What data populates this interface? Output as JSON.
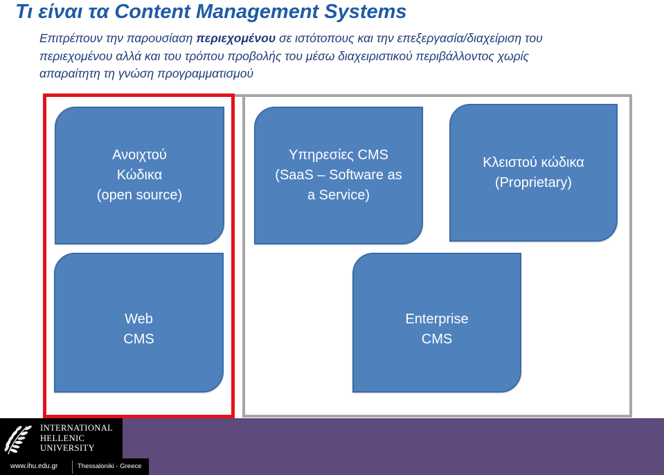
{
  "slide": {
    "title": "Τι είναι τα Content Management Systems",
    "intro": {
      "line1_before": "Επιτρέπουν την παρουσίαση",
      "line1_bold": "περιεχομένου",
      "line1_after": "σε ιστότοπους και την επεξεργασία/διαχείριση του",
      "line2": "περιεχομένου αλλά και του τρόπου προβολής του μέσω διαχειριστικού περιβάλλοντος χωρίς",
      "line3": "απαραίτητη τη γνώση προγραμματισμού"
    }
  },
  "diagram": {
    "boxes": [
      {
        "lines": [
          "Ανοιχτού",
          "Κώδικα",
          "(open source)"
        ]
      },
      {
        "lines": [
          "Υπηρεσίες CMS",
          "(SaaS – Software as",
          "a Service)"
        ]
      },
      {
        "lines": [
          "Κλειστού κώδικα",
          "(Proprietary)"
        ]
      },
      {
        "lines": [
          "Web",
          "CMS"
        ]
      },
      {
        "lines": [
          "Enterprise",
          "CMS"
        ]
      }
    ]
  },
  "footer": {
    "logo_icon": "laurel-icon",
    "logo_lines": [
      "INTERNATIONAL",
      "HELLENIC",
      "UNIVERSITY"
    ],
    "website": "www.ihu.edu.gr",
    "location": "Thessaloniki - Greece"
  },
  "colors": {
    "title": "#1F5AA6",
    "text": "#1F3B78",
    "box_fill": "#4F81BD",
    "box_border": "#3A6CA8",
    "highlight_frame": "#E3131B",
    "frame": "#A6A6A6",
    "footer_band": "#5E4A7B"
  }
}
